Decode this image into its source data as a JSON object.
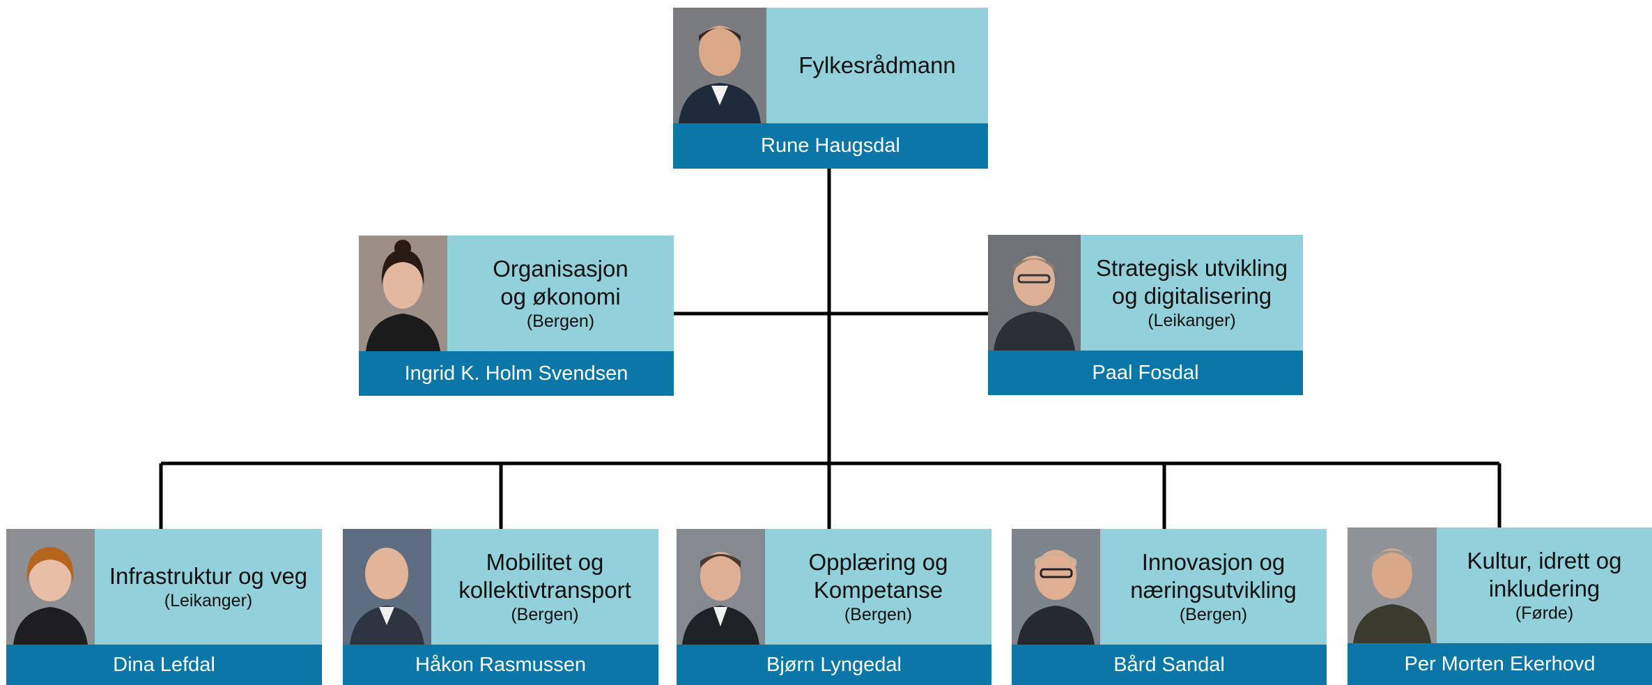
{
  "colors": {
    "title_bg": "#92d0db",
    "name_bg": "#0a77a8",
    "line": "#000000"
  },
  "chart": {
    "root": {
      "title": "Fylkesrådmann",
      "location": "",
      "name": "Rune Haugsdal",
      "photo_icon": "portrait-photo"
    },
    "staff": [
      {
        "title": "Organisasjon\nog økonomi",
        "location": "(Bergen)",
        "name": "Ingrid K. Holm Svendsen",
        "photo_icon": "portrait-photo"
      },
      {
        "title": "Strategisk utvikling\nog digitalisering",
        "location": "(Leikanger)",
        "name": "Paal Fosdal",
        "photo_icon": "portrait-photo"
      }
    ],
    "departments": [
      {
        "title": "Infrastruktur og veg",
        "location": "(Leikanger)",
        "name": "Dina Lefdal",
        "photo_icon": "portrait-photo"
      },
      {
        "title": "Mobilitet og\nkollektivtransport",
        "location": "(Bergen)",
        "name": "Håkon Rasmussen",
        "photo_icon": "portrait-photo"
      },
      {
        "title": "Opplæring og\nKompetanse",
        "location": "(Bergen)",
        "name": "Bjørn Lyngedal",
        "photo_icon": "portrait-photo"
      },
      {
        "title": "Innovasjon og\nnæringsutvikling",
        "location": "(Bergen)",
        "name": "Bård Sandal",
        "photo_icon": "portrait-photo"
      },
      {
        "title": "Kultur, idrett og\ninkludering",
        "location": "(Førde)",
        "name": "Per Morten Ekerhovd",
        "photo_icon": "portrait-photo"
      }
    ]
  }
}
